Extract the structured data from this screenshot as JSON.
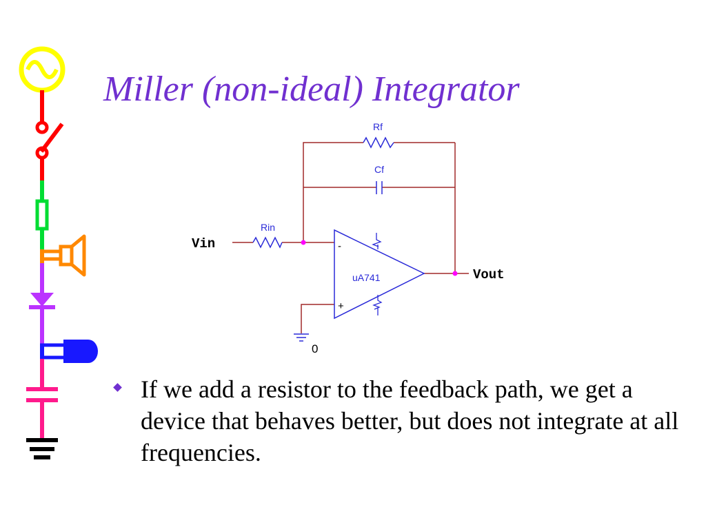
{
  "title": "Miller (non-ideal) Integrator",
  "circuit": {
    "input_label": "Vin",
    "output_label": "Vout",
    "input_resistor": "Rin",
    "feedback_resistor": "Rf",
    "feedback_capacitor": "Cf",
    "opamp_model": "uA741",
    "inverting_sign": "-",
    "noninverting_sign": "+",
    "ground_label": "0"
  },
  "bullets": [
    "If we add a resistor to the feedback path, we get a device that behaves better, but does not integrate at all frequencies."
  ],
  "colors": {
    "title": "#7030d0",
    "wire": "#a02828",
    "opamp": "#2a2ad8",
    "node": "#ff00ff"
  },
  "decoration_icons": [
    "ac-source-icon",
    "switch-icon",
    "resistor-icon",
    "speaker-icon",
    "diode-icon",
    "led-icon",
    "capacitor-icon",
    "ground-icon"
  ]
}
